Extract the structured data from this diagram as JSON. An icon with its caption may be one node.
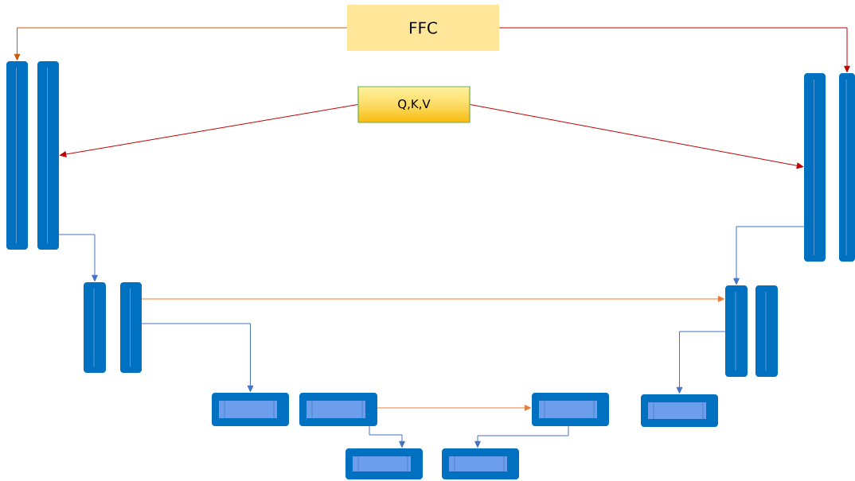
{
  "diagram": {
    "nodes": [
      {
        "text": [
          "FFC"
        ]
      },
      {
        "text": [
          "Q,K,V"
        ]
      },
      {
        "text": [],
        "shape": "bar"
      },
      {
        "text": [],
        "shape": "bar"
      },
      {
        "text": [],
        "shape": "bar"
      },
      {
        "text": [],
        "shape": "bar"
      },
      {
        "text": [],
        "shape": "bar"
      },
      {
        "text": [],
        "shape": "bar"
      },
      {
        "text": [],
        "shape": "bar"
      },
      {
        "text": [],
        "shape": "bar"
      },
      {
        "text": [],
        "shape": "bar"
      },
      {
        "text": [],
        "shape": "bar"
      },
      {
        "text": [],
        "shape": "bar"
      },
      {
        "text": [],
        "shape": "bar"
      },
      {
        "text": [],
        "shape": "bar"
      },
      {
        "text": [],
        "shape": "bar"
      }
    ],
    "edges": [
      {
        "from": 0,
        "to": 2,
        "arrow": "to",
        "color": "#c55a11"
      },
      {
        "from": 0,
        "to": 5,
        "arrow": "to",
        "color": "#c00000"
      },
      {
        "from": 1,
        "to": 3,
        "arrow": "to",
        "color": "#c00000"
      },
      {
        "from": 1,
        "to": 4,
        "arrow": "to",
        "color": "#c00000"
      },
      {
        "from": 3,
        "to": 6,
        "arrow": "to"
      },
      {
        "from": 4,
        "to": 8,
        "arrow": "to"
      },
      {
        "from": 7,
        "to": 8,
        "arrow": "to",
        "color": "#ed7d31"
      },
      {
        "from": 7,
        "to": 10,
        "arrow": "to"
      },
      {
        "from": 8,
        "to": 13,
        "arrow": "to"
      },
      {
        "from": 11,
        "to": 12,
        "arrow": "to",
        "color": "#ed7d31"
      },
      {
        "from": 11,
        "to": 14,
        "arrow": "to"
      },
      {
        "from": 12,
        "to": 15,
        "arrow": "to"
      }
    ]
  }
}
